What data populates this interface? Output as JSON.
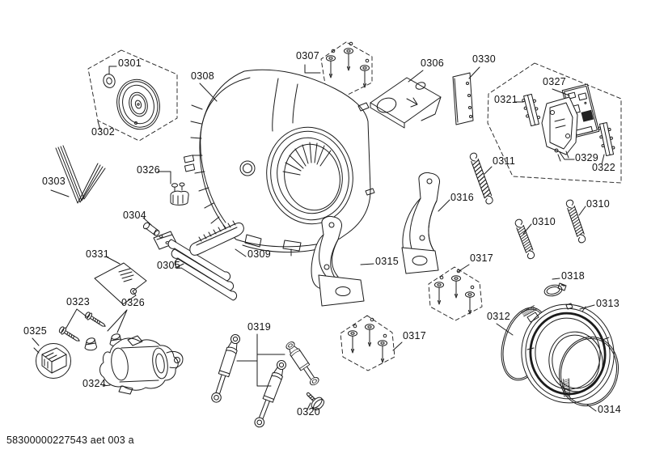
{
  "footer": {
    "doc_number": "58300000227543 aet 003 a"
  },
  "colors": {
    "line": "#1b1b1b",
    "background": "#ffffff"
  },
  "parts": [
    {
      "label": "0301",
      "part": "pulley-nut"
    },
    {
      "label": "0302",
      "part": "drive-pulley"
    },
    {
      "label": "0303",
      "part": "drive-belt"
    },
    {
      "label": "0304",
      "part": "locking-pin"
    },
    {
      "label": "0305",
      "part": "heating-element"
    },
    {
      "label": "0306",
      "part": "weight-cover"
    },
    {
      "label": "0307",
      "part": "screw-set-top"
    },
    {
      "label": "0308",
      "part": "tub-drum-assembly"
    },
    {
      "label": "0309",
      "part": "drum-paddle"
    },
    {
      "label": "0310",
      "part": "suspension-spring-left"
    },
    {
      "label": "0310",
      "part": "suspension-spring-right"
    },
    {
      "label": "0311",
      "part": "suspension-spring-long"
    },
    {
      "label": "0312",
      "part": "retaining-ring-rear"
    },
    {
      "label": "0313",
      "part": "door-gasket"
    },
    {
      "label": "0314",
      "part": "retaining-ring-front"
    },
    {
      "label": "0315",
      "part": "counterweight-bottom"
    },
    {
      "label": "0316",
      "part": "counterweight-side"
    },
    {
      "label": "0317",
      "part": "screw-set-upper"
    },
    {
      "label": "0317",
      "part": "screw-set-lower"
    },
    {
      "label": "0318",
      "part": "hose-clamp"
    },
    {
      "label": "0319",
      "part": "shock-absorber-set"
    },
    {
      "label": "0320",
      "part": "fixing-screw"
    },
    {
      "label": "0321",
      "part": "connector-strip-left"
    },
    {
      "label": "0322",
      "part": "connector-strip-right"
    },
    {
      "label": "0323",
      "part": "motor-screws"
    },
    {
      "label": "0324",
      "part": "drive-motor"
    },
    {
      "label": "0325",
      "part": "motor-connector"
    },
    {
      "label": "0326",
      "part": "small-fitting"
    },
    {
      "label": "0326",
      "part": "motor-bushings"
    },
    {
      "label": "0327",
      "part": "power-module"
    },
    {
      "label": "0329",
      "part": "module-carrier"
    },
    {
      "label": "0330",
      "part": "cover-panel"
    },
    {
      "label": "0331",
      "part": "instruction-sheet"
    }
  ]
}
